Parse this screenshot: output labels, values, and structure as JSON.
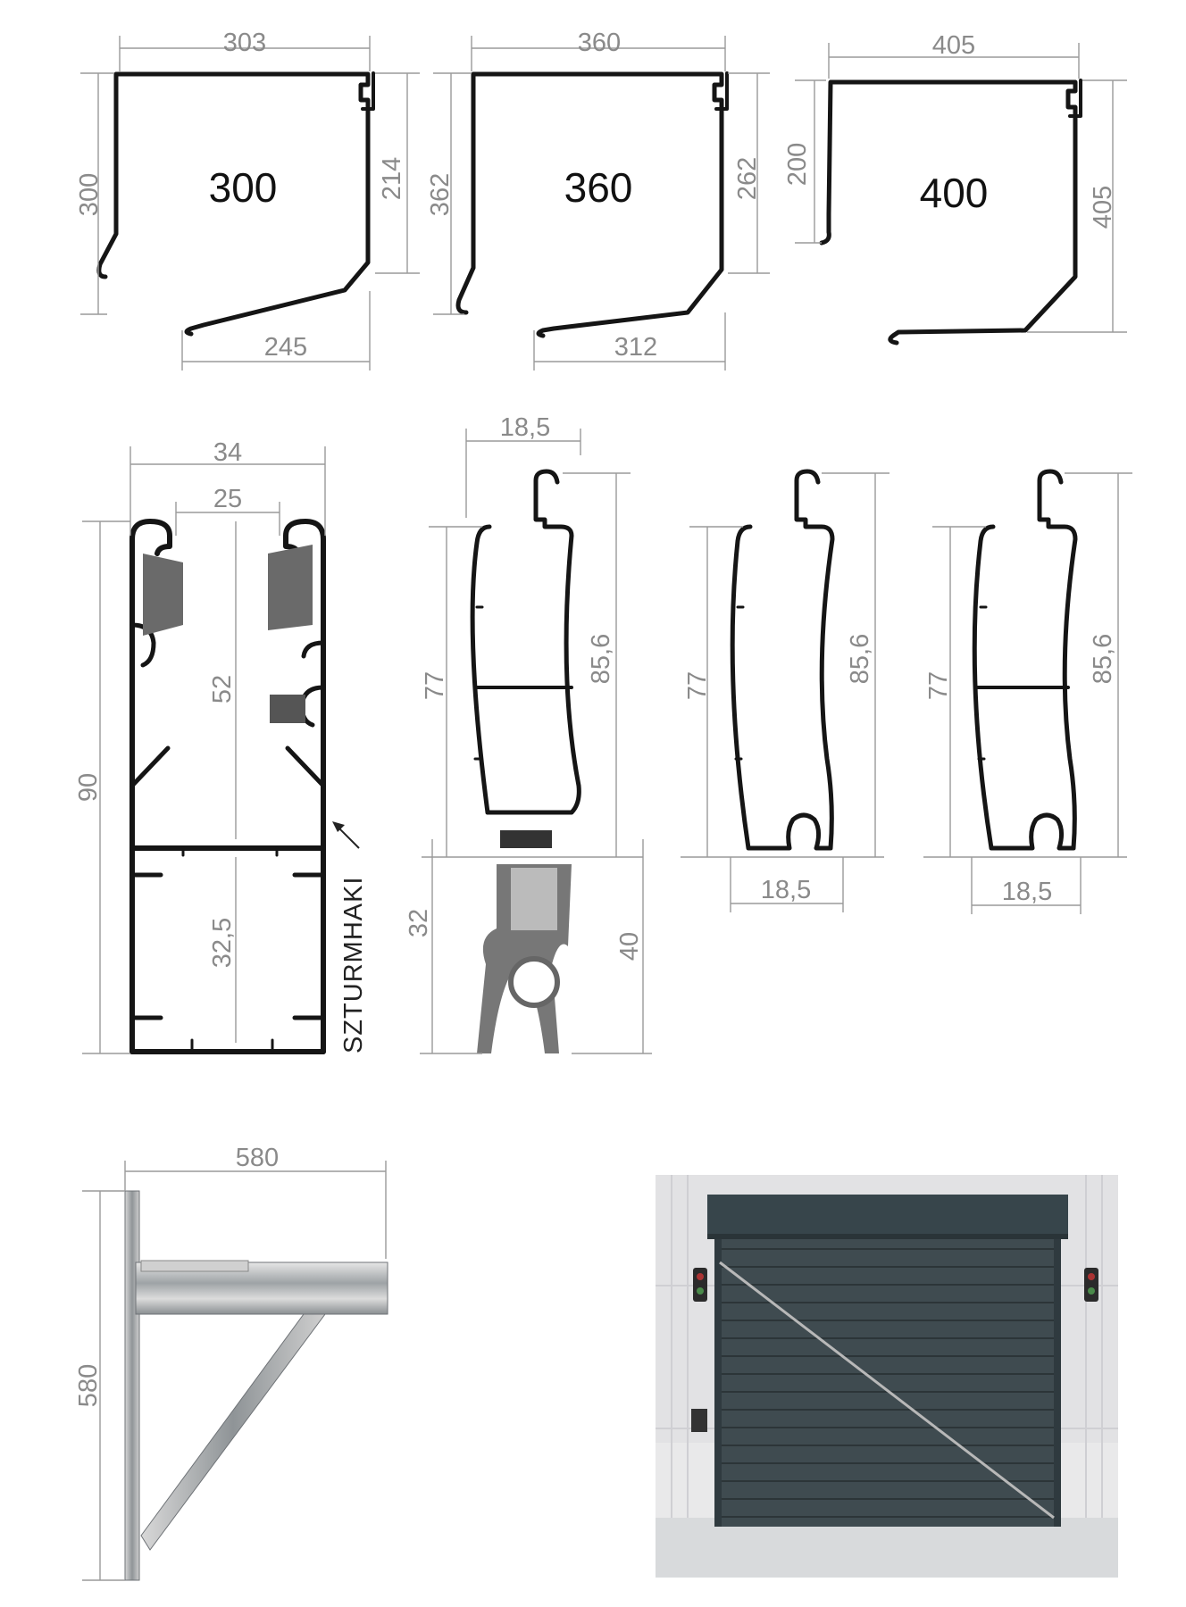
{
  "boxes": [
    {
      "label": "300",
      "top_width": "303",
      "left_height": "300",
      "right_height": "214",
      "bottom_width": "245"
    },
    {
      "label": "360",
      "top_width": "360",
      "left_height": "362",
      "right_height": "262",
      "bottom_width": "312"
    },
    {
      "label": "400",
      "top_width": "405",
      "left_height": "200",
      "right_height": "405"
    }
  ],
  "guide_rail": {
    "outer_width": "34",
    "inner_width": "25",
    "total_height": "90",
    "upper_height": "52",
    "lower_height": "32,5",
    "annotation": "SZTURMHAKI"
  },
  "slats": [
    {
      "top_width": "18,5",
      "body_height": "77",
      "total_height": "85,6",
      "seal_height": "32",
      "seal_total": "40",
      "fill": "#ffffff"
    },
    {
      "body_height": "77",
      "total_height": "85,6",
      "bottom_width": "18,5",
      "fill": "#f0d577"
    },
    {
      "body_height": "77",
      "total_height": "85,6",
      "bottom_width": "18,5",
      "fill": "#ffffff"
    }
  ],
  "bracket": {
    "width": "580",
    "height": "580"
  },
  "photo": {
    "subject": "roller-door-photo"
  },
  "colors": {
    "foam": "#f0d577",
    "door": "#3d4a4f",
    "seal": "#777777"
  }
}
